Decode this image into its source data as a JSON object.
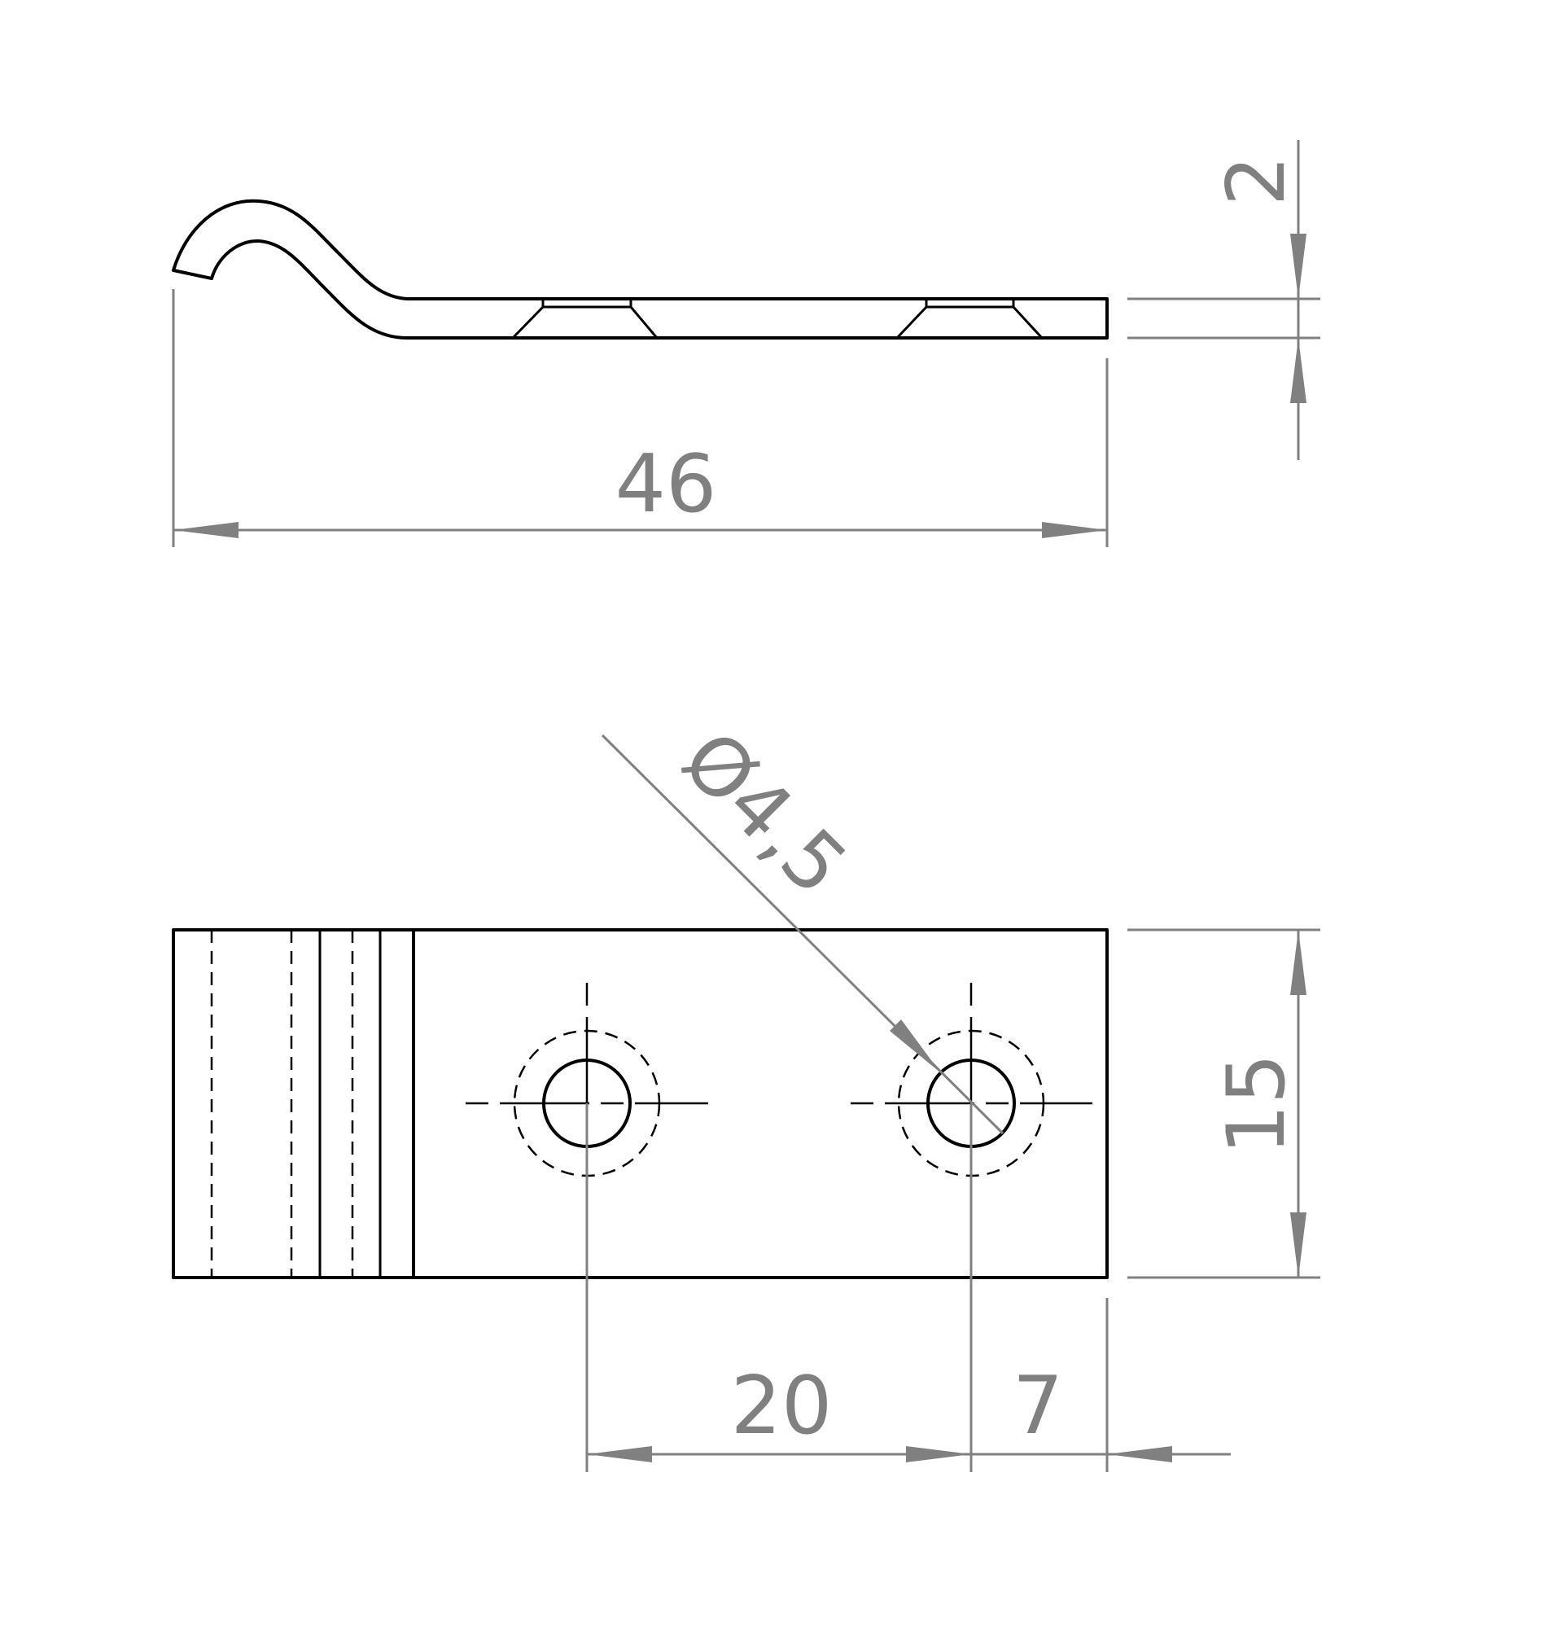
{
  "drawing": {
    "line_color": "#000000",
    "dimension_color": "#808080",
    "background": "#ffffff"
  },
  "dimensions": {
    "overall_length": "46",
    "thickness": "2",
    "hole_diameter": "Ø4,5",
    "width": "15",
    "hole_spacing": "20",
    "edge_to_hole": "7"
  }
}
